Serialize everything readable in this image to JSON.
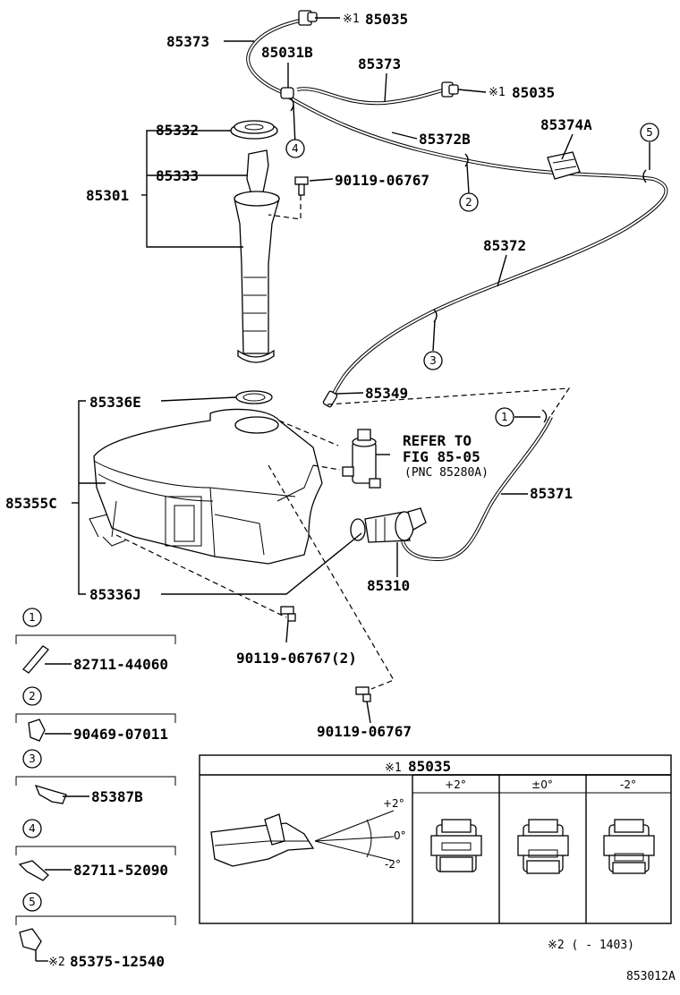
{
  "labels": {
    "p85035_top": "85035",
    "p85035_right": "85035",
    "note_mark1": "※1",
    "note_mark2": "※2",
    "p85373_left": "85373",
    "p85031B": "85031B",
    "p85373_right": "85373",
    "p85332": "85332",
    "p85333": "85333",
    "p85301": "85301",
    "p85372B": "85372B",
    "p85374A": "85374A",
    "p90119_top": "90119-06767",
    "p85372": "85372",
    "p85349": "85349",
    "p85336E": "85336E",
    "refer_line1": "REFER TO",
    "refer_line2": "FIG 85-05",
    "refer_line3": "(PNC 85280A)",
    "p85355C": "85355C",
    "p85371": "85371",
    "p85310": "85310",
    "p85336J": "85336J",
    "p90119_mid": "90119-06767(2)",
    "p90119_bot": "90119-06767",
    "figure_code": "853012A",
    "footnote": "※2 (    - 1403)"
  },
  "callouts": [
    {
      "num": "1"
    },
    {
      "num": "2"
    },
    {
      "num": "3"
    },
    {
      "num": "4"
    },
    {
      "num": "5"
    }
  ],
  "legend": [
    {
      "num": "1",
      "part": "82711-44060"
    },
    {
      "num": "2",
      "part": "90469-07011"
    },
    {
      "num": "3",
      "part": "85387B"
    },
    {
      "num": "4",
      "part": "82711-52090"
    },
    {
      "num": "5",
      "part": "85375-12540"
    }
  ],
  "inset": {
    "title_mark": "※1",
    "title_part": "85035",
    "angle_top": "+2°",
    "angle_mid": "0°",
    "angle_bot": "-2°",
    "columns": [
      "+2°",
      "±0°",
      "-2°"
    ]
  }
}
